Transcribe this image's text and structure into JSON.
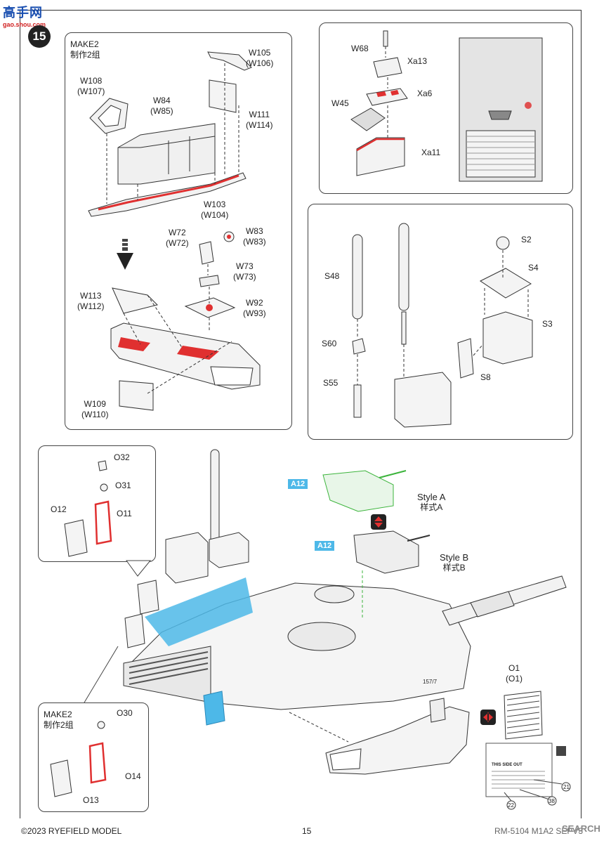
{
  "watermark": {
    "site_cn": "高手网",
    "site_url": "gao.shou.com"
  },
  "step_number": "15",
  "panel_main": {
    "make": "MAKE2",
    "make_cn": "制作2组",
    "labels": {
      "w105": "W105",
      "w106": "(W106)",
      "w108": "W108",
      "w107": "(W107)",
      "w84": "W84",
      "w85": "(W85)",
      "w111": "W111",
      "w114": "(W114)",
      "w103": "W103",
      "w104": "(W104)",
      "w72": "W72",
      "w72b": "(W72)",
      "w83": "W83",
      "w83b": "(W83)",
      "w73": "W73",
      "w73b": "(W73)",
      "w113": "W113",
      "w112": "(W112)",
      "w92": "W92",
      "w93": "(W93)",
      "w109": "W109",
      "w110": "(W110)"
    }
  },
  "panel_top_right": {
    "labels": {
      "w68": "W68",
      "xa13": "Xa13",
      "xa6": "Xa6",
      "w45": "W45",
      "xa11": "Xa11"
    }
  },
  "panel_mid_right": {
    "labels": {
      "s48": "S48",
      "s60": "S60",
      "s55": "S55",
      "s2": "S2",
      "s4": "S4",
      "s3": "S3",
      "s8": "S8"
    }
  },
  "callout_top": {
    "labels": {
      "o32": "O32",
      "o31": "O31",
      "o12": "O12",
      "o11": "O11"
    }
  },
  "callout_bottom": {
    "make": "MAKE2",
    "make_cn": "制作2组",
    "labels": {
      "o30": "O30",
      "o14": "O14",
      "o13": "O13"
    }
  },
  "assembly": {
    "a12_tag": "A12",
    "style_a": "Style A",
    "style_a_cn": "样式A",
    "style_b": "Style B",
    "style_b_cn": "样式B",
    "o1": "O1",
    "o1b": "(O1)",
    "placard_text": "THIS SIDE OUT",
    "decal_21": "21",
    "decal_22": "22",
    "decal_38": "38",
    "turret_marking": "157/7"
  },
  "footer": {
    "copyright": "©2023 RYEFIELD MODEL",
    "page": "15",
    "code": "RM-5104 M1A2 SEPV3",
    "watermark_right": "SEARCH"
  },
  "colors": {
    "accent_blue": "#4db8e8",
    "part_red": "#e03030",
    "green_part": "#3cb43c"
  }
}
